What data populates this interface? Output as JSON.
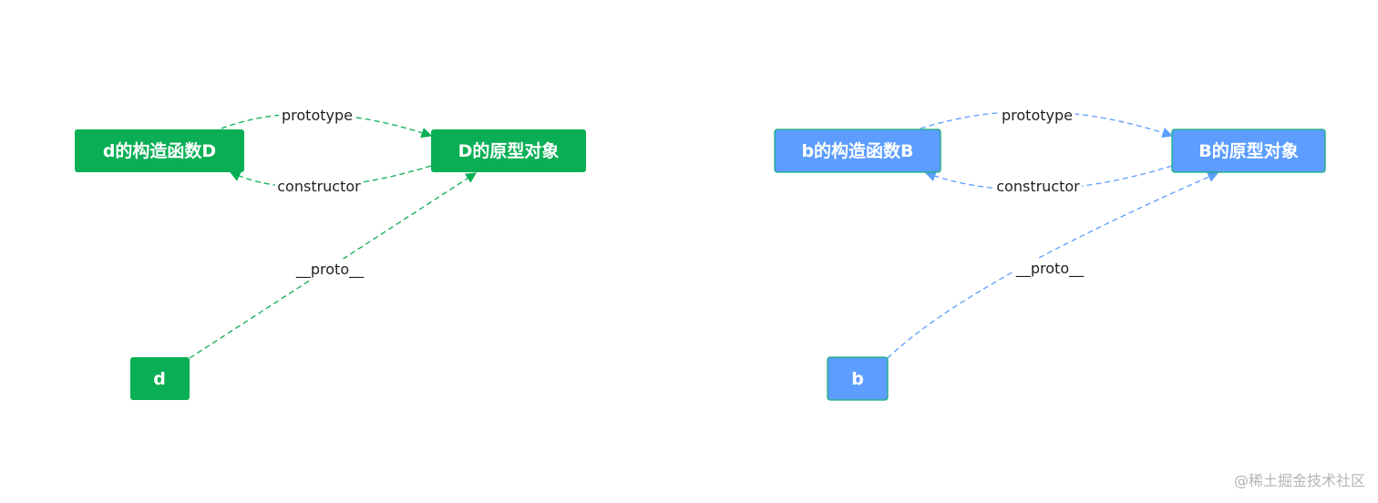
{
  "colors": {
    "green": "#0aaf55",
    "blue": "#5c9dff",
    "blue_border": "#17b07a",
    "text_on_node": "#ffffff"
  },
  "left": {
    "constructor_node": "d的构造函数D",
    "prototype_node": "D的原型对象",
    "instance_node": "d",
    "edge_prototype": "prototype",
    "edge_constructor": "constructor",
    "edge_proto": "__proto__"
  },
  "right": {
    "constructor_node": "b的构造函数B",
    "prototype_node": "B的原型对象",
    "instance_node": "b",
    "edge_prototype": "prototype",
    "edge_constructor": "constructor",
    "edge_proto": "__proto__"
  },
  "watermark": "@稀土掘金技术社区"
}
